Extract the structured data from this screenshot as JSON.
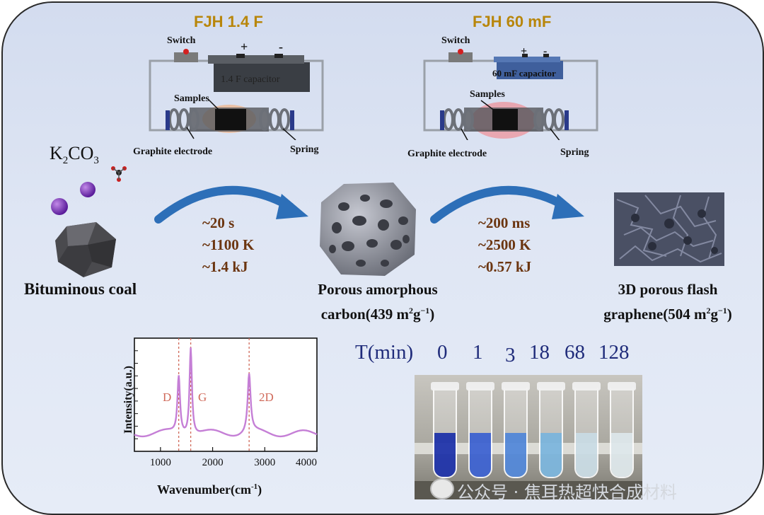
{
  "left_circuit": {
    "title": "FJH 1.4 F",
    "switch_label": "Switch",
    "plus": "+",
    "minus": "-",
    "capacitor_label": "1.4 F capacitor",
    "samples_label": "Samples",
    "electrode_label": "Graphite electrode",
    "spring_label": "Spring"
  },
  "right_circuit": {
    "title": "FJH 60 mF",
    "switch_label": "Switch",
    "plus": "+",
    "minus": "-",
    "capacitor_label": "60 mF capacitor",
    "samples_label": "Samples",
    "electrode_label": "Graphite electrode",
    "spring_label": "Spring"
  },
  "reagent": {
    "formula_main": "K",
    "formula_sub": "2",
    "formula_tail": "CO",
    "formula_sub2": "3"
  },
  "coal_label": "Bituminous coal",
  "step1": {
    "time": "~20 s",
    "temp": "~1100 K",
    "energy": "~1.4 kJ"
  },
  "step2": {
    "time": "~200 ms",
    "temp": "~2500 K",
    "energy": "~0.57 kJ"
  },
  "product1": {
    "line1": "Porous amorphous",
    "line2_pre": "carbon(439 m",
    "sup1": "2",
    "mid": "g",
    "sup2": "−1",
    "end": ")"
  },
  "product2": {
    "line1": "3D porous flash",
    "line2_pre": "graphene(504 m",
    "sup1": "2",
    "mid": "g",
    "sup2": "−1",
    "end": ")"
  },
  "time_series": {
    "label": "T(min)",
    "values": [
      "0",
      "1",
      "3",
      "18",
      "68",
      "128"
    ],
    "tube_colors": [
      "#1a2fa8",
      "#3a5fd0",
      "#4f86d8",
      "#79b4dc",
      "#c9dbe4",
      "#dde7ea"
    ]
  },
  "raman": {
    "ylabel": "Intensity(a.u.)",
    "xlabel": "Wavenumber(cm",
    "xlabel_sup": "-1",
    "xlabel_end": ")",
    "ticks": [
      "1000",
      "2000",
      "3000",
      "4000"
    ],
    "peak_labels": [
      "D",
      "G",
      "2D"
    ],
    "line_color": "#c57fd6"
  },
  "watermark": "公众号 · 焦耳热超快合成材料"
}
